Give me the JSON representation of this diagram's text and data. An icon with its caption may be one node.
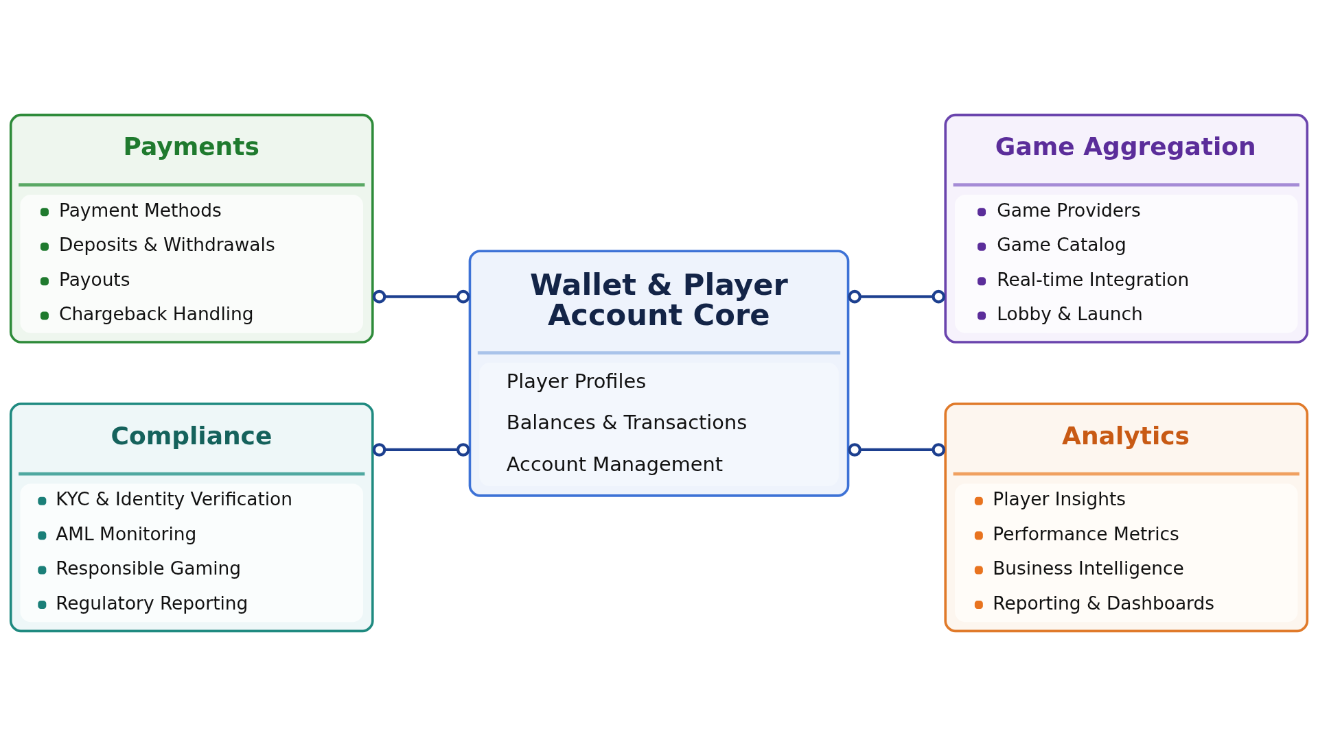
{
  "diagram": {
    "nodes": [
      {
        "text": [
          "Payments",
          "Payment Methods",
          "Deposits & Withdrawals",
          "Payouts",
          "Chargeback Handling"
        ]
      },
      {
        "text": [
          "Wallet & Player Account Core",
          "Player Profiles",
          "Balances & Transactions",
          "Account Management"
        ]
      },
      {
        "text": [
          "Game Aggregation",
          "Game Providers",
          "Game Catalog",
          "Real-time Integration",
          "Lobby & Launch"
        ]
      },
      {
        "text": [
          "Compliance",
          "KYC & Identity Verification",
          "AML Monitoring",
          "Responsible Gaming",
          "Regulatory Reporting"
        ]
      },
      {
        "text": [
          "Analytics",
          "Player Insights",
          "Performance Metrics",
          "Business Intelligence",
          "Reporting & Dashboards"
        ]
      }
    ],
    "edges": [
      {
        "from": 0,
        "to": 1,
        "arrow": "other"
      },
      {
        "from": 1,
        "to": 2,
        "arrow": "other"
      },
      {
        "from": 3,
        "to": 1,
        "arrow": "other"
      },
      {
        "from": 1,
        "to": 4,
        "arrow": "other"
      }
    ]
  }
}
